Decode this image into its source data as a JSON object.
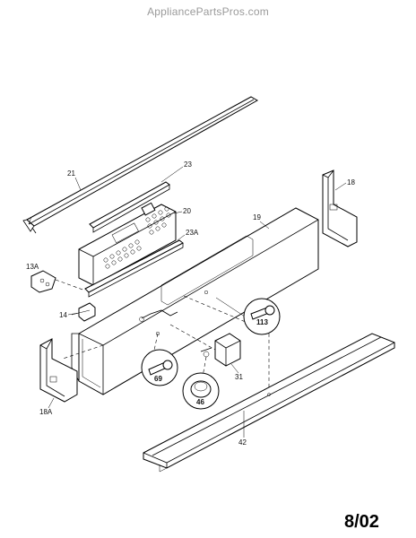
{
  "watermark": "AppliancePartsPros.com",
  "date_code": "8/02",
  "parts": {
    "p21": "21",
    "p23": "23",
    "p20": "20",
    "p23a": "23A",
    "p19": "19",
    "p18": "18",
    "p13a": "13A",
    "p14": "14",
    "p113": "113",
    "p69": "69",
    "p46": "46",
    "p31": "31",
    "p18a": "18A",
    "p42": "42"
  }
}
